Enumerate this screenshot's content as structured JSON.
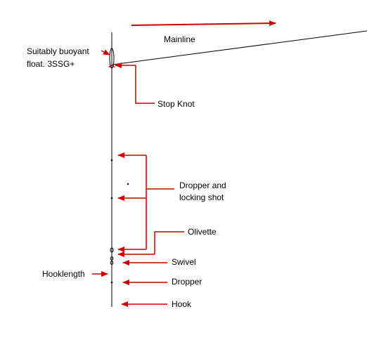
{
  "labels": {
    "mainline": "Mainline",
    "float_line1": "Suitably buoyant",
    "float_line2": "float. 3SSG+",
    "stop_knot": "Stop Knot",
    "dropper_line1": "Dropper and",
    "dropper_line2": "locking shot",
    "olivette": "Olivette",
    "swivel": "Swivel",
    "hooklength": "Hooklength",
    "dropper": "Dropper",
    "hook": "Hook"
  },
  "colors": {
    "arrow": "#cc0000",
    "line": "#000000",
    "background": "#ffffff"
  }
}
